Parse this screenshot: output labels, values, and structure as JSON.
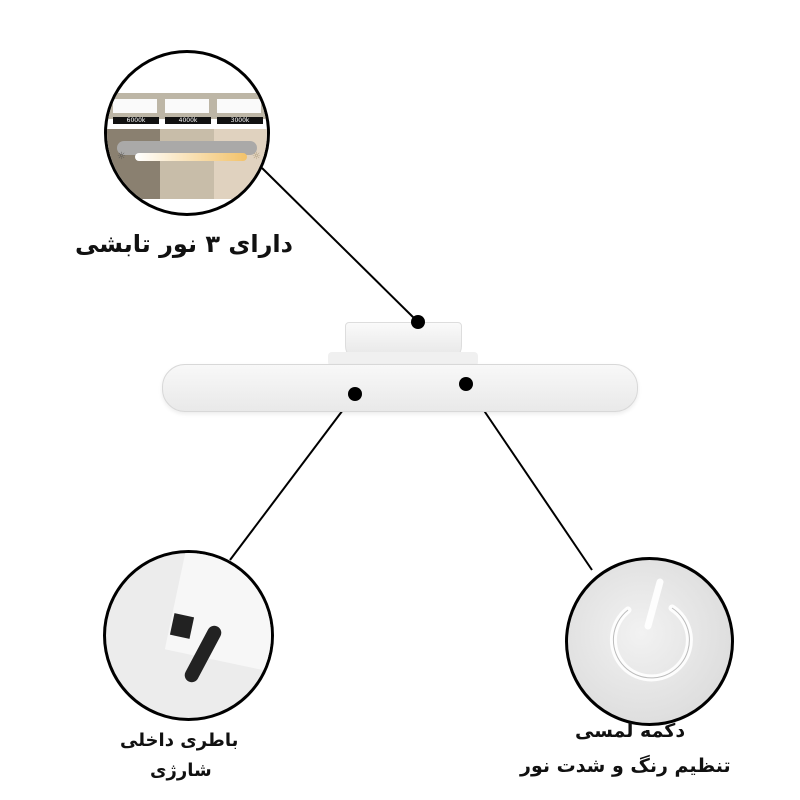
{
  "callouts": {
    "lights": {
      "text": "دارای ۳ نور تابشی",
      "temps": [
        "6000k",
        "4000k",
        "3000k"
      ]
    },
    "battery": {
      "line1": "باطری داخلی",
      "line2": "شارژی"
    },
    "touch": {
      "line1": "دکمه لمسی",
      "line2": "تنظیم رنگ و شدت نور"
    }
  },
  "colors": {
    "lamp": "#f4f4f4",
    "line": "#000000",
    "warm": "#f2c26a"
  }
}
